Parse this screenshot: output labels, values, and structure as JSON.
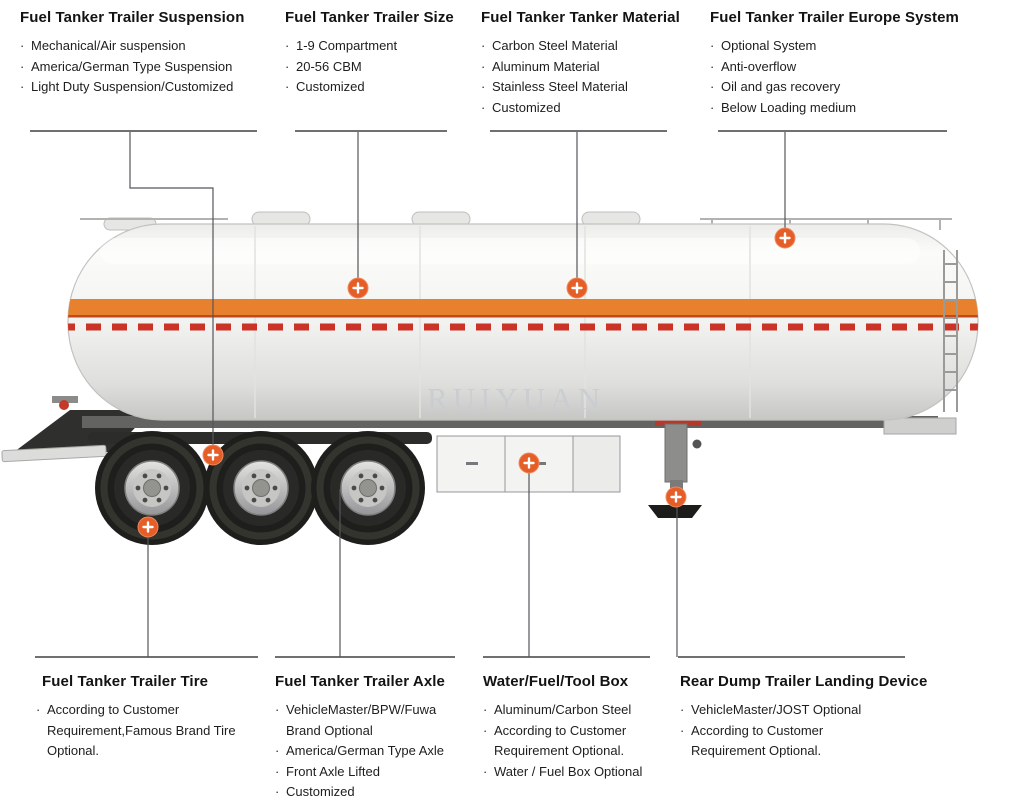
{
  "watermark": "RUIYUAN",
  "colors": {
    "accent": "#E55E28",
    "stripe_orange": "#E8812E",
    "reflective_red": "#CC3327"
  },
  "callouts_top": [
    {
      "title": "Fuel Tanker Trailer Suspension",
      "items": [
        "Mechanical/Air suspension",
        "America/German Type Suspension",
        "Light Duty Suspension/Customized"
      ]
    },
    {
      "title": "Fuel Tanker Trailer Size",
      "items": [
        "1-9 Compartment",
        "20-56 CBM",
        "Customized"
      ]
    },
    {
      "title": "Fuel Tanker Tanker Material",
      "items": [
        "Carbon Steel Material",
        "Aluminum Material",
        "Stainless Steel Material",
        "Customized"
      ]
    },
    {
      "title": "Fuel Tanker Trailer Europe System",
      "items": [
        "Optional System",
        "Anti-overflow",
        "Oil and gas recovery",
        "Below Loading medium"
      ]
    }
  ],
  "callouts_bottom": [
    {
      "title": "Fuel Tanker Trailer Tire",
      "items": [
        "According to Customer Requirement,Famous Brand Tire Optional."
      ]
    },
    {
      "title": "Fuel Tanker Trailer Axle",
      "items": [
        "VehicleMaster/BPW/Fuwa Brand Optional",
        "America/German Type Axle",
        "Front Axle Lifted",
        "Customized"
      ]
    },
    {
      "title": "Water/Fuel/Tool Box",
      "items": [
        "Aluminum/Carbon Steel",
        "According to Customer Requirement Optional.",
        "Water / Fuel Box Optional"
      ]
    },
    {
      "title": "Rear Dump Trailer Landing Device",
      "items": [
        "VehicleMaster/JOST Optional",
        "According to Customer Requirement Optional."
      ]
    }
  ]
}
